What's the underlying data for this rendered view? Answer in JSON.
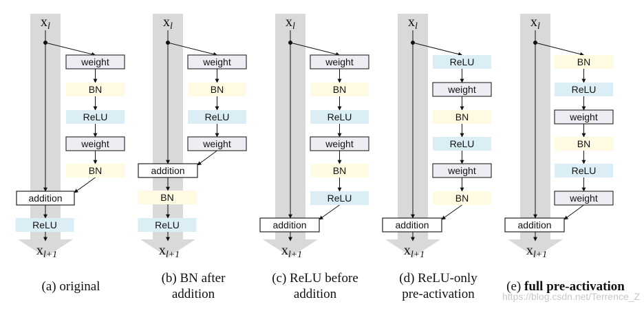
{
  "labels": {
    "x_l_base": "x",
    "x_l_sub": "l",
    "x_next_base": "x",
    "x_next_sub": "l+1",
    "weight": "weight",
    "bn": "BN",
    "relu": "ReLU",
    "addition": "addition"
  },
  "colors": {
    "highway": "#d9d9d9",
    "weight_fill": "#efedf3",
    "weight_border": "#333333",
    "bn_fill": "#fffbe3",
    "relu_fill": "#dbeef5",
    "addition_fill": "#ffffff",
    "addition_border": "#222222",
    "line": "#111111"
  },
  "columns": [
    {
      "id": "a",
      "caption_lines": [
        "(a) original"
      ],
      "caption_bold": "",
      "residual": [
        "weight",
        "bn",
        "relu",
        "weight",
        "bn"
      ],
      "after_add": [
        "relu"
      ]
    },
    {
      "id": "b",
      "caption_lines": [
        "(b) BN after",
        "addition"
      ],
      "caption_bold": "",
      "residual": [
        "weight",
        "bn",
        "relu",
        "weight"
      ],
      "after_add": [
        "bn",
        "relu"
      ]
    },
    {
      "id": "c",
      "caption_lines": [
        "(c) ReLU before",
        "addition"
      ],
      "caption_bold": "",
      "residual": [
        "weight",
        "bn",
        "relu",
        "weight",
        "bn",
        "relu"
      ],
      "after_add": []
    },
    {
      "id": "d",
      "caption_lines": [
        "(d) ReLU-only",
        "pre-activation"
      ],
      "caption_bold": "",
      "residual": [
        "relu",
        "weight",
        "bn",
        "relu",
        "weight",
        "bn"
      ],
      "after_add": []
    },
    {
      "id": "e",
      "caption_lines": [
        "(e) "
      ],
      "caption_bold": "full pre-activation",
      "residual": [
        "bn",
        "relu",
        "weight",
        "bn",
        "relu",
        "weight"
      ],
      "after_add": []
    }
  ],
  "watermark": "https://blog.csdn.net/Terrence_Z"
}
